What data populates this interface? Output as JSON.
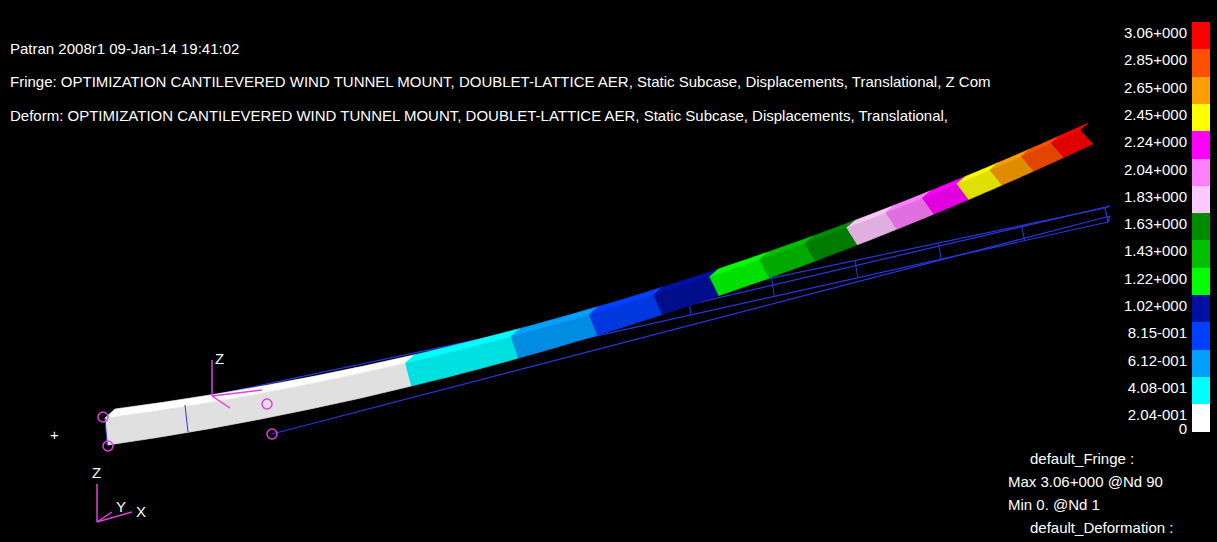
{
  "diagram": {
    "labels": [
      "Patran 2008r1 09-Jan-14 19:41:02",
      "Fringe: OPTIMIZATION CANTILEVERED WIND TUNNEL MOUNT, DOUBLET-LATTICE AER, Static Subcase, Displacements, Translational, Z Com",
      "Deform: OPTIMIZATION CANTILEVERED WIND TUNNEL MOUNT, DOUBLET-LATTICE AER, Static Subcase, Displacements, Translational,",
      "0",
      "+",
      "Z",
      "Z",
      "Y",
      "X",
      "default_Fringe :",
      "Max 3.06+000 @Nd 90",
      "Min 0. @Nd 1",
      "default_Deformation :"
    ],
    "legend": [
      {
        "text": "3.06+000",
        "color": "#ff0000"
      },
      {
        "text": "2.85+000",
        "color": "#ff5000"
      },
      {
        "text": "2.65+000",
        "color": "#ffa000"
      },
      {
        "text": "2.45+000",
        "color": "#ffff00"
      },
      {
        "text": "2.24+000",
        "color": "#ff00ff"
      },
      {
        "text": "2.04+000",
        "color": "#ff80ff"
      },
      {
        "text": "1.83+000",
        "color": "#ffc8ff"
      },
      {
        "text": "1.63+000",
        "color": "#008c00"
      },
      {
        "text": "1.43+000",
        "color": "#00c000"
      },
      {
        "text": "1.22+000",
        "color": "#00ff00"
      },
      {
        "text": "1.02+000",
        "color": "#0010a0"
      },
      {
        "text": "8.15-001",
        "color": "#0040ff"
      },
      {
        "text": "6.12-001",
        "color": "#00a0ff"
      },
      {
        "text": "4.08-001",
        "color": "#00ffff"
      },
      {
        "text": "2.04-001",
        "color": "#ffffff"
      }
    ]
  }
}
